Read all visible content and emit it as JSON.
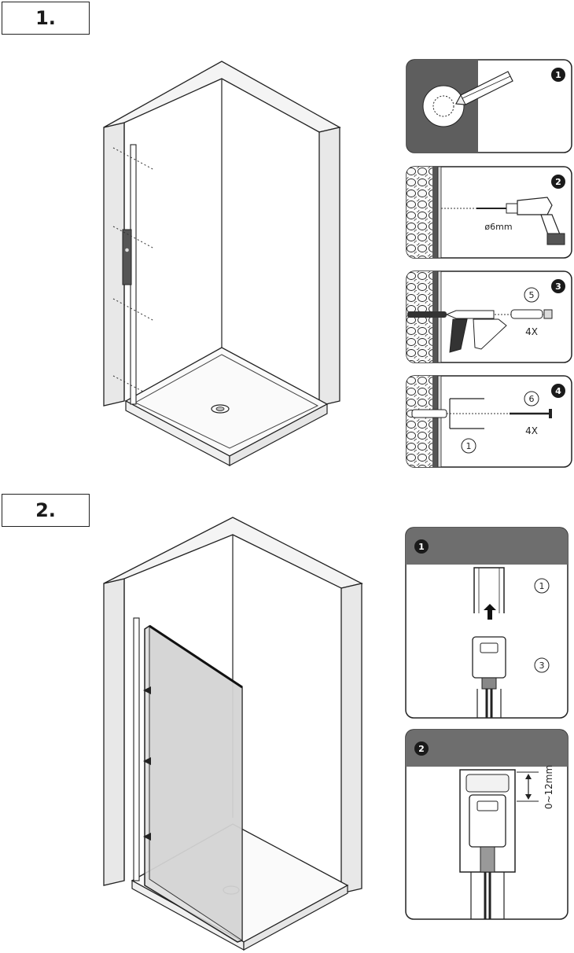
{
  "steps": [
    {
      "label": "1."
    },
    {
      "label": "2."
    }
  ],
  "detail_panels_1": [
    {
      "badge": "1"
    },
    {
      "badge": "2",
      "annotation": "ø6mm"
    },
    {
      "badge": "3",
      "part_number": "5",
      "quantity": "4X"
    },
    {
      "badge": "4",
      "part_number": "6",
      "quantity": "4X",
      "profile_number": "1"
    }
  ],
  "detail_panels_2": [
    {
      "badge": "1",
      "parts": [
        "1",
        "3"
      ]
    },
    {
      "badge": "2",
      "adjustment": "0~12mm"
    }
  ]
}
